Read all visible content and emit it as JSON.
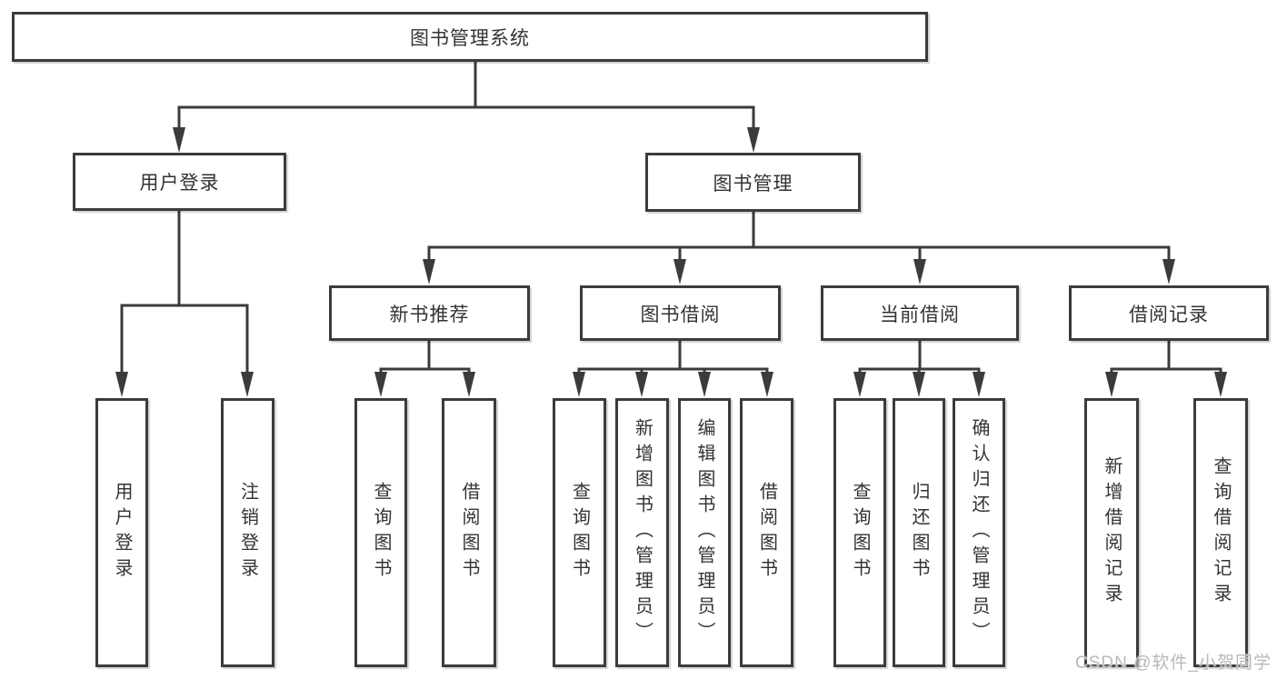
{
  "diagram": {
    "title": "图书管理系统",
    "branches": [
      {
        "label": "用户登录",
        "children": [
          "用户登录",
          "注销登录"
        ]
      },
      {
        "label": "图书管理",
        "sections": [
          {
            "label": "新书推荐",
            "children": [
              "查询图书",
              "借阅图书"
            ]
          },
          {
            "label": "图书借阅",
            "children": [
              "查询图书",
              "新增图书（管理员）",
              "编辑图书（管理员）",
              "借阅图书"
            ]
          },
          {
            "label": "当前借阅",
            "children": [
              "查询图书",
              "归还图书",
              "确认归还（管理员）"
            ]
          },
          {
            "label": "借阅记录",
            "children": [
              "新增借阅记录",
              "查询借阅记录"
            ]
          }
        ]
      }
    ]
  },
  "watermark": {
    "text": "CSDN @软件_小贺同学"
  },
  "colors": {
    "line": "#3b3b3b",
    "text": "#333333",
    "watermark": "#b9b9b9",
    "background": "#ffffff"
  }
}
